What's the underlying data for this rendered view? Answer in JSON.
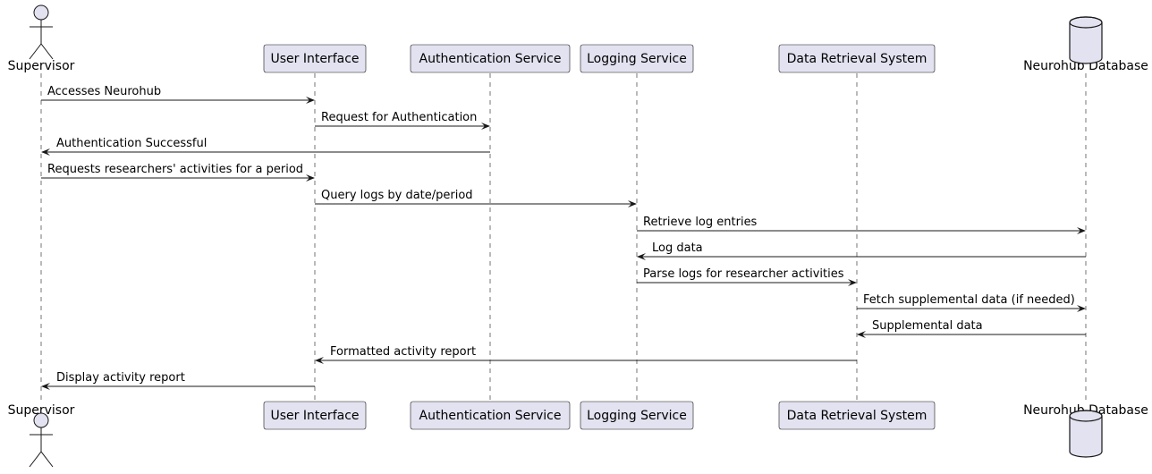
{
  "participants": [
    {
      "id": "supervisor",
      "label": "Supervisor",
      "kind": "actor"
    },
    {
      "id": "ui",
      "label": "User Interface",
      "kind": "participant"
    },
    {
      "id": "auth",
      "label": "Authentication Service",
      "kind": "participant"
    },
    {
      "id": "logging",
      "label": "Logging Service",
      "kind": "participant"
    },
    {
      "id": "drs",
      "label": "Data Retrieval System",
      "kind": "participant"
    },
    {
      "id": "db",
      "label": "Neurohub Database",
      "kind": "database"
    }
  ],
  "messages": [
    {
      "from": "supervisor",
      "to": "ui",
      "text": "Accesses Neurohub"
    },
    {
      "from": "ui",
      "to": "auth",
      "text": "Request for Authentication"
    },
    {
      "from": "auth",
      "to": "supervisor",
      "text": "Authentication Successful"
    },
    {
      "from": "supervisor",
      "to": "ui",
      "text": "Requests researchers' activities for a period"
    },
    {
      "from": "ui",
      "to": "logging",
      "text": "Query logs by date/period"
    },
    {
      "from": "logging",
      "to": "db",
      "text": "Retrieve log entries"
    },
    {
      "from": "db",
      "to": "logging",
      "text": "Log data"
    },
    {
      "from": "logging",
      "to": "drs",
      "text": "Parse logs for researcher activities"
    },
    {
      "from": "drs",
      "to": "db",
      "text": "Fetch supplemental data (if needed)"
    },
    {
      "from": "db",
      "to": "drs",
      "text": "Supplemental data"
    },
    {
      "from": "drs",
      "to": "ui",
      "text": "Formatted activity report"
    },
    {
      "from": "ui",
      "to": "supervisor",
      "text": "Display activity report"
    }
  ],
  "colors": {
    "participant_fill": "#e2e2f0",
    "stroke": "#181818"
  }
}
